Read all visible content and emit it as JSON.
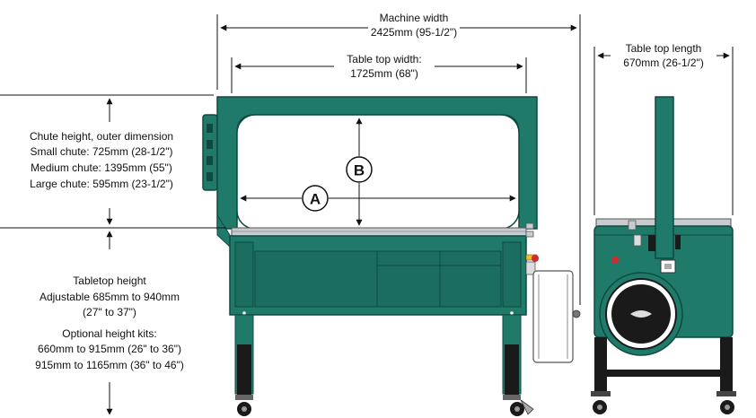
{
  "colors": {
    "machine_green": "#1f7a6a",
    "machine_dark": "#0f4a40",
    "table_grey": "#c8ccd0",
    "leg_black": "#1a1a1a",
    "accent_red": "#d22b2b",
    "accent_yellow": "#f0c020",
    "dimension_line": "#111111"
  },
  "dimensions": {
    "machine_width": {
      "title": "Machine width",
      "value": "2425mm (95-1/2\")"
    },
    "tabletop_width": {
      "title": "Table top width:",
      "value": "1725mm (68\")"
    },
    "tabletop_length": {
      "title": "Table top length",
      "value": "670mm (26-1/2\")"
    },
    "chute_height": {
      "title": "Chute height, outer dimension",
      "small": "Small chute: 725mm (28-1/2\")",
      "medium": "Medium chute: 1395mm (55\")",
      "large": "Large chute: 595mm (23-1/2\")"
    },
    "tabletop_height": {
      "title": "Tabletop height",
      "adjustable": "Adjustable 685mm to 940mm",
      "adjustable_in": "(27\" to 37\")",
      "kits_title": "Optional height kits:",
      "kit1": "660mm to 915mm (26\" to 36\")",
      "kit2": "915mm to 1165mm (36\" to 46\")"
    }
  },
  "markers": {
    "a": "A",
    "b": "B"
  }
}
